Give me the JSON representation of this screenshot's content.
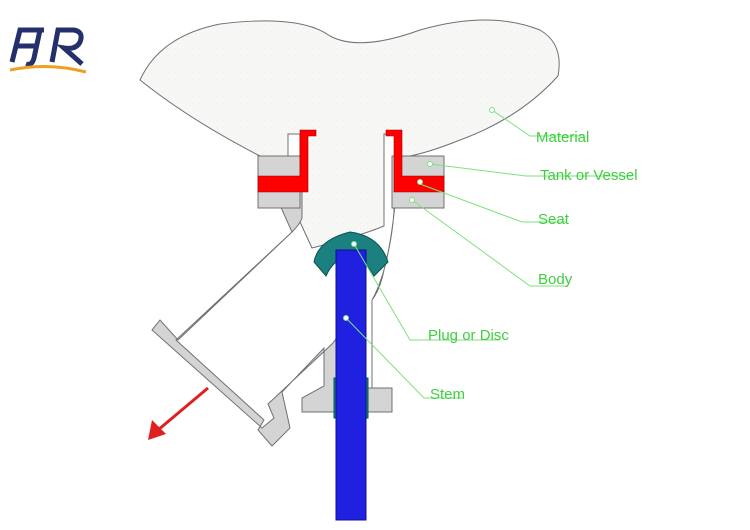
{
  "logo": {
    "text": "FJR"
  },
  "labels": {
    "material": "Material",
    "tank": "Tank or Vessel",
    "seat": "Seat",
    "body": "Body",
    "plug": "Plug or Disc",
    "stem": "Stem"
  },
  "colors": {
    "label_green": "#3fcf3f",
    "leader_green": "#7ee27e",
    "body_fill": "#d4d4d4",
    "material_fill": "#f7f7f5",
    "outline": "#707070",
    "seat_red": "#ff0000",
    "stem_blue": "#2020e0",
    "plug_teal": "#1a8080",
    "arrow_red": "#e02020",
    "logo_navy": "#24306b",
    "logo_orange": "#f0a020"
  },
  "icons": {
    "flow_arrow": "flow-arrow-icon",
    "logo": "fjr-logo-icon"
  }
}
